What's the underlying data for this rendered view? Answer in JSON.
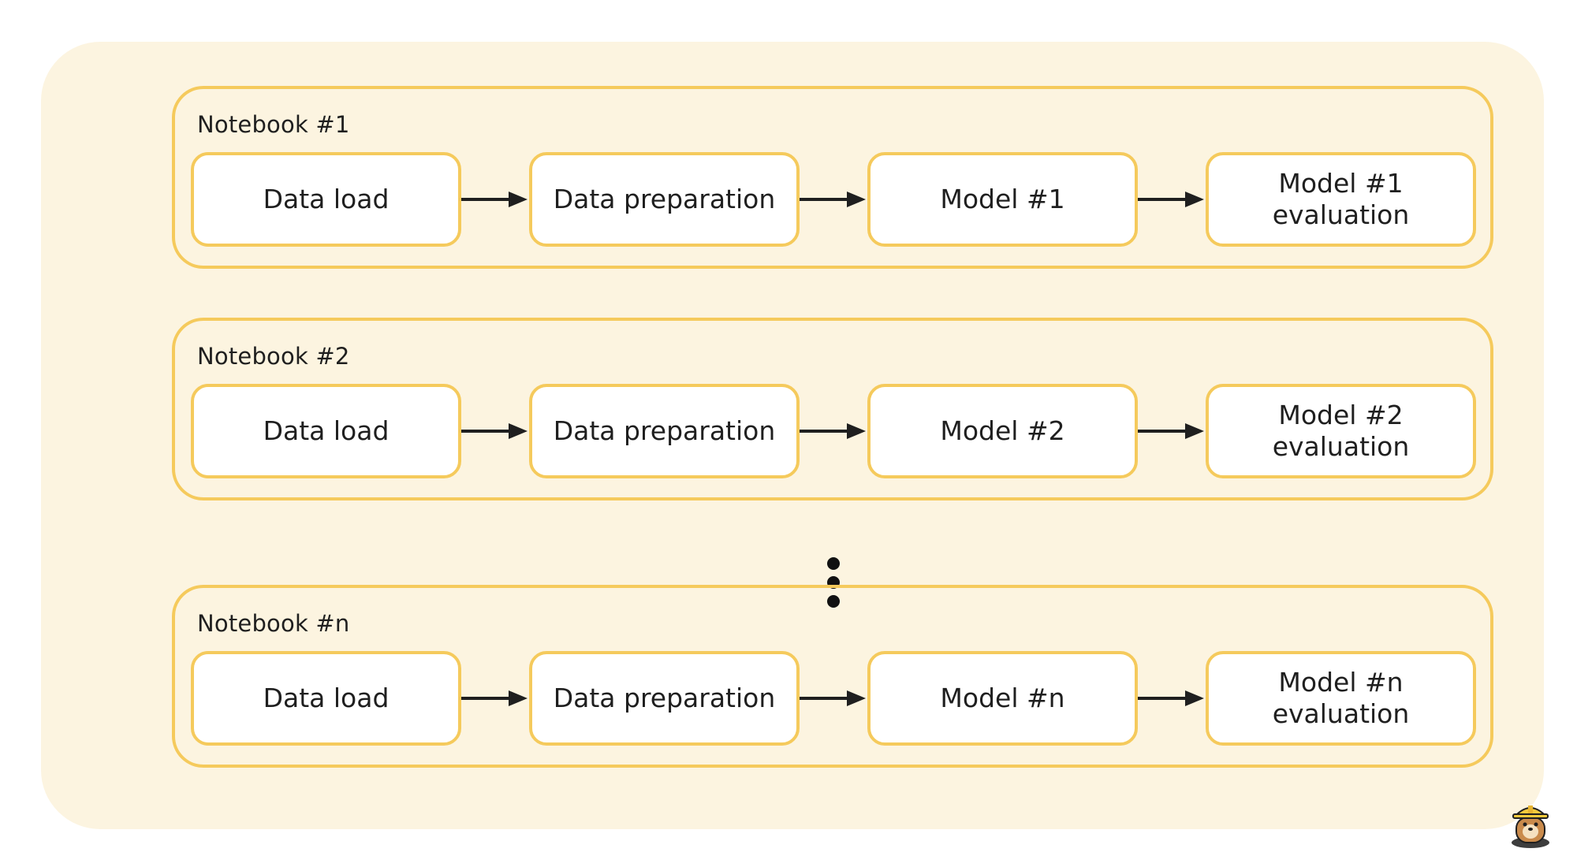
{
  "notebooks": [
    {
      "title": "Notebook #1",
      "steps": [
        "Data load",
        "Data preparation",
        "Model #1",
        "Model #1\nevaluation"
      ]
    },
    {
      "title": "Notebook #2",
      "steps": [
        "Data load",
        "Data preparation",
        "Model #2",
        "Model #2\nevaluation"
      ]
    },
    {
      "title": "Notebook #n",
      "steps": [
        "Data load",
        "Data preparation",
        "Model #n",
        "Model #n\nevaluation"
      ]
    }
  ],
  "colors": {
    "background": "#fcf4e0",
    "border": "#f5ca5c",
    "arrow": "#1f1f1f",
    "box": "#ffffff"
  },
  "icons": {
    "ellipsis": "vertical-ellipsis-icon",
    "mascot": "mascot-icon"
  }
}
